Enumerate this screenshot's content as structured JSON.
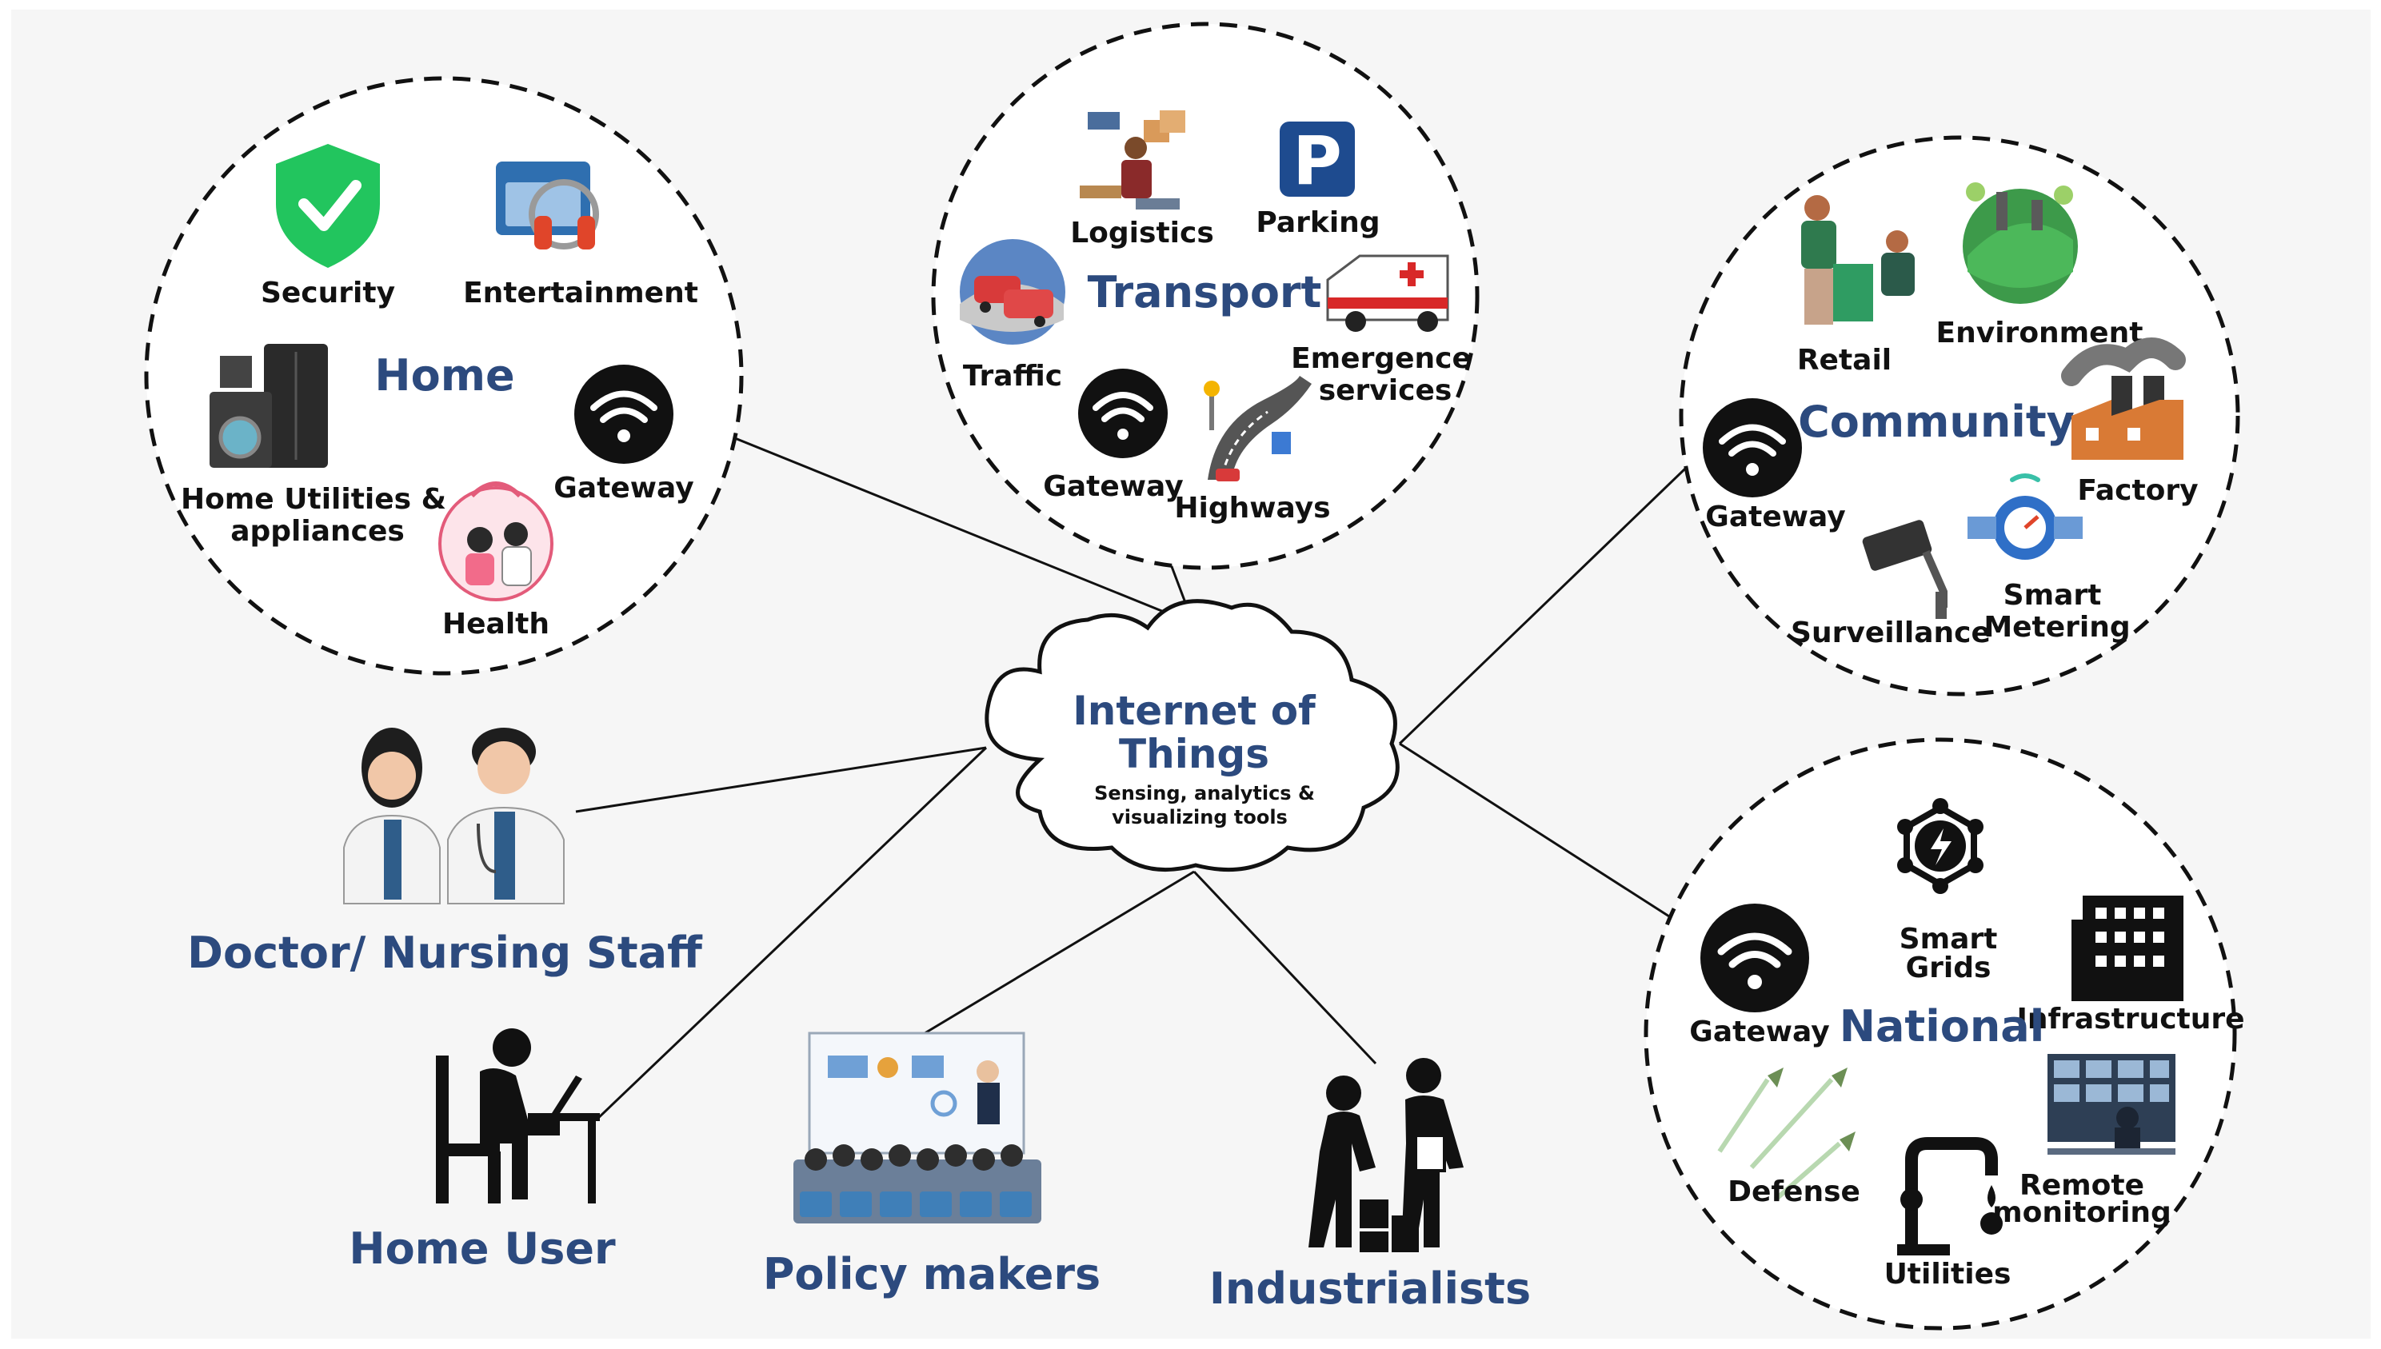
{
  "colors": {
    "background": "#f6f6f6",
    "title_blue": "#2c4a7e",
    "outline": "#111111"
  },
  "center": {
    "title_line1": "Internet of",
    "title_line2": "Things",
    "subtitle_line1": "Sensing, analytics &",
    "subtitle_line2": "visualizing tools"
  },
  "home": {
    "title": "Home",
    "items": {
      "security": "Security",
      "entertainment": "Entertainment",
      "utilities_line1": "Home Utilities &",
      "utilities_line2": "appliances",
      "gateway": "Gateway",
      "health": "Health"
    }
  },
  "transport": {
    "title": "Transport",
    "items": {
      "logistics": "Logistics",
      "parking": "Parking",
      "traffic": "Traffic",
      "emergency_line1": "Emergence",
      "emergency_line2": "services",
      "gateway": "Gateway",
      "highways": "Highways"
    }
  },
  "community": {
    "title": "Community",
    "items": {
      "retail": "Retail",
      "environment": "Environment",
      "gateway": "Gateway",
      "factory": "Factory",
      "surveillance": "Surveillance",
      "metering_line1": "Smart",
      "metering_line2": "Metering"
    }
  },
  "national": {
    "title": "National",
    "items": {
      "grids_line1": "Smart",
      "grids_line2": "Grids",
      "infrastructure": "Infrastructure",
      "gateway": "Gateway",
      "defense": "Defense",
      "remote_line1": "Remote",
      "remote_line2": "monitoring",
      "utilities": "Utilities"
    }
  },
  "audiences": {
    "doctor": "Doctor/ Nursing Staff",
    "home_user": "Home User",
    "policy": "Policy makers",
    "industrialists": "Industrialists"
  }
}
